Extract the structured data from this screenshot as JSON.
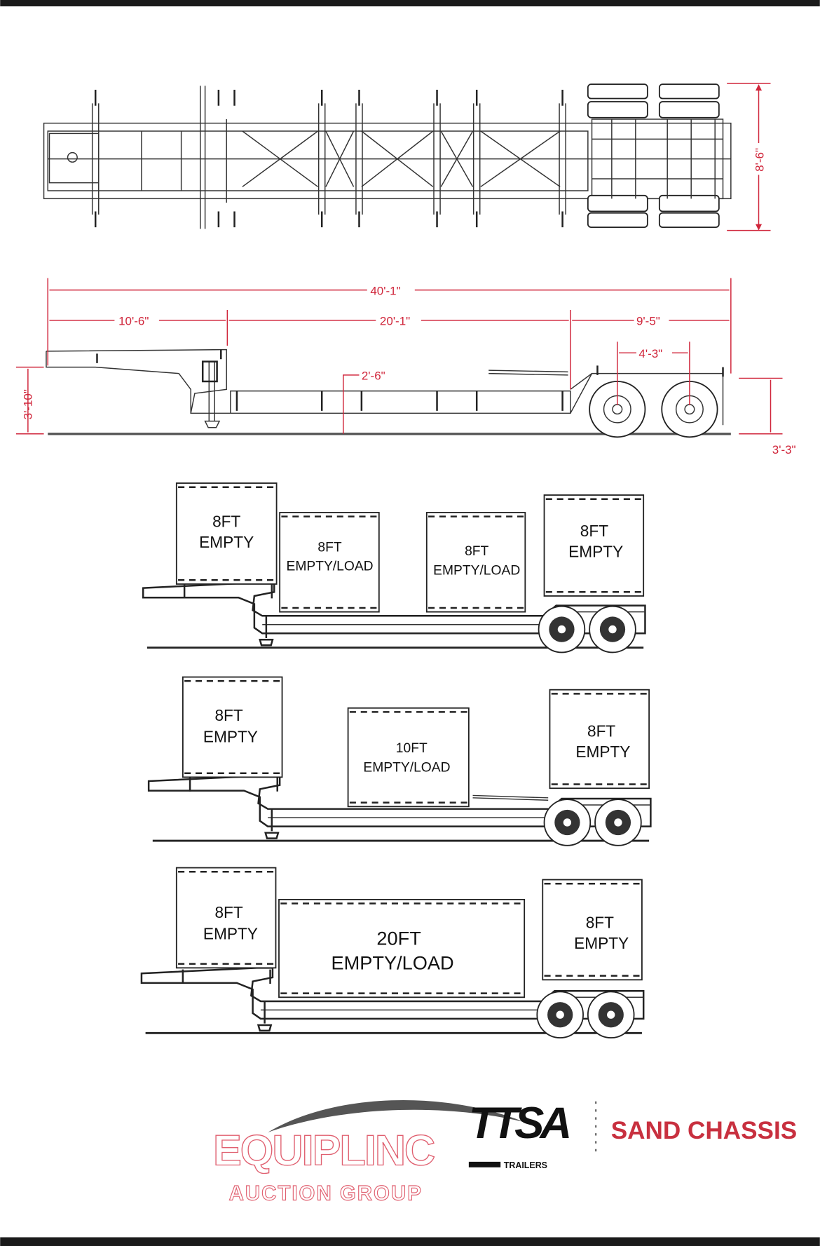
{
  "colors": {
    "accent_red": "#d0263b",
    "line": "#222222",
    "frame_bar": "#1a1a1a"
  },
  "top_view": {
    "width_dim": "8'-6\""
  },
  "side_view": {
    "overall_length": "40'-1\"",
    "gooseneck_length": "10'-6\"",
    "well_length": "20'-1\"",
    "rear_deck_length": "9'-5\"",
    "axle_spread": "4'-3\"",
    "deck_height": "2'-6\"",
    "gooseneck_height": "3'-10\"",
    "rear_deck_height": "3'-3\""
  },
  "configurations": [
    {
      "boxes": [
        {
          "size": "8FT",
          "status": "EMPTY"
        },
        {
          "size": "8FT",
          "status": "EMPTY/LOAD"
        },
        {
          "size": "8FT",
          "status": "EMPTY/LOAD"
        },
        {
          "size": "8FT",
          "status": "EMPTY"
        }
      ]
    },
    {
      "boxes": [
        {
          "size": "8FT",
          "status": "EMPTY"
        },
        {
          "size": "10FT",
          "status": "EMPTY/LOAD"
        },
        {
          "size": "8FT",
          "status": "EMPTY"
        }
      ]
    },
    {
      "boxes": [
        {
          "size": "8FT",
          "status": "EMPTY"
        },
        {
          "size": "20FT",
          "status": "EMPTY/LOAD"
        },
        {
          "size": "8FT",
          "status": "EMPTY"
        }
      ]
    }
  ],
  "footer": {
    "watermark_main": "EQUIPLINC",
    "watermark_sub": "AUCTION GROUP",
    "brand": "TTSA",
    "brand_sub": "TRAILERS",
    "title": "SAND CHASSIS"
  }
}
